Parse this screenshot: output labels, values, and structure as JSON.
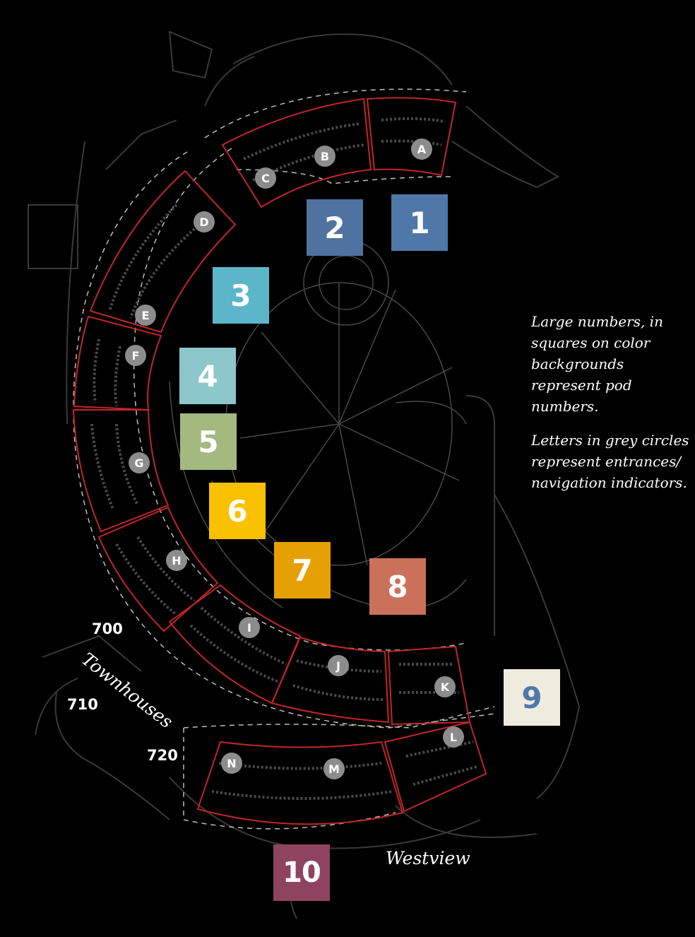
{
  "pods": [
    {
      "label": "1",
      "color": "#4f78a8",
      "text_color": "#ffffff"
    },
    {
      "label": "2",
      "color": "#4f72a0",
      "text_color": "#ffffff"
    },
    {
      "label": "3",
      "color": "#5bb6c9",
      "text_color": "#ffffff"
    },
    {
      "label": "4",
      "color": "#8cc7cb",
      "text_color": "#ffffff"
    },
    {
      "label": "5",
      "color": "#a3b97e",
      "text_color": "#ffffff"
    },
    {
      "label": "6",
      "color": "#f9c100",
      "text_color": "#ffffff"
    },
    {
      "label": "7",
      "color": "#e5a104",
      "text_color": "#ffffff"
    },
    {
      "label": "8",
      "color": "#cb7159",
      "text_color": "#ffffff"
    },
    {
      "label": "9",
      "color": "#f0ebdf",
      "text_color": "#4f78a8"
    },
    {
      "label": "10",
      "color": "#8e4460",
      "text_color": "#ffffff"
    }
  ],
  "entrances": [
    "A",
    "B",
    "C",
    "D",
    "E",
    "F",
    "G",
    "H",
    "I",
    "J",
    "K",
    "L",
    "M",
    "N"
  ],
  "buildings": {
    "b700": "700",
    "b710": "710",
    "b720": "720"
  },
  "labels": {
    "townhouses": "Townhouses",
    "westview": "Westview"
  },
  "legend": {
    "line1": "Large numbers, in squares on color backgrounds represent pod numbers.",
    "line2": "Letters in grey circles represent entrances/ navigation indicators."
  },
  "colors": {
    "background": "#000000",
    "linework": "#555555",
    "boundary": "#c0262a",
    "entrance_circle": "#8c8c8c"
  }
}
